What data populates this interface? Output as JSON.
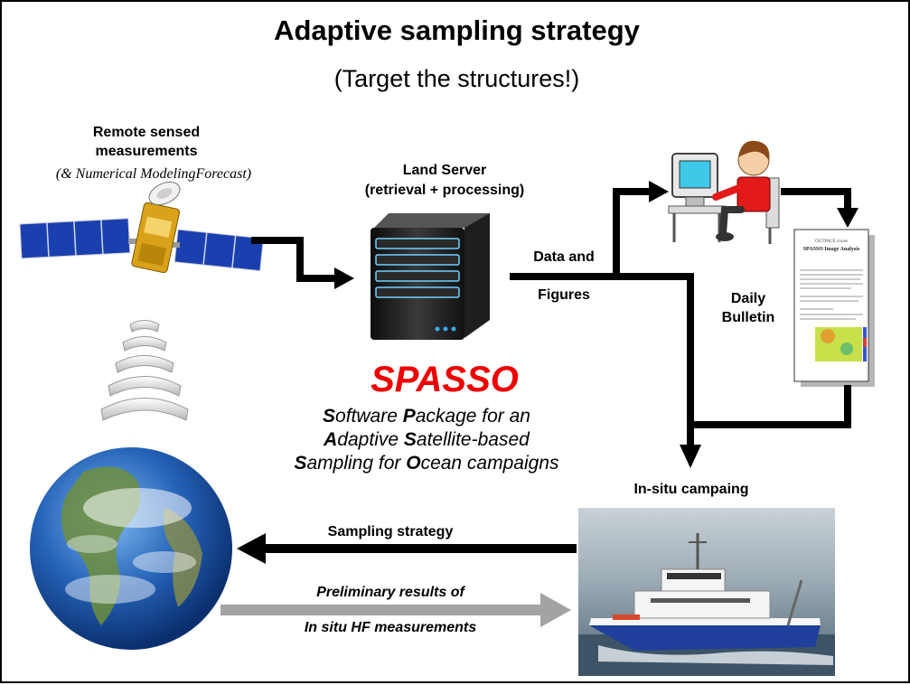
{
  "diagram": {
    "title": "Adaptive sampling strategy",
    "subtitle": "(Target the structures!)",
    "remote": {
      "line1": "Remote sensed",
      "line2": "measurements",
      "line3": "(& Numerical ModelingForecast)"
    },
    "land_server": {
      "line1": "Land Server",
      "line2": "(retrieval + processing)"
    },
    "data_figures": {
      "line1": "Data and",
      "line2": "Figures"
    },
    "bulletin": {
      "line1": "Daily",
      "line2": "Bulletin",
      "doc_header": "OUTPACE cruise",
      "doc_title": "SPASSO Image Analysis"
    },
    "spasso": {
      "name": "SPASSO",
      "exp1": [
        {
          "b": "S",
          "t": "oftware "
        },
        {
          "b": "P",
          "t": "ackage for an"
        }
      ],
      "exp2": [
        {
          "b": "A",
          "t": "daptive "
        },
        {
          "b": "S",
          "t": "atellite-based"
        }
      ],
      "exp3": [
        {
          "b": "S",
          "t": "ampling for "
        },
        {
          "b": "O",
          "t": "cean campaigns"
        }
      ]
    },
    "insitu_label": "In-situ campaing",
    "sampling_label": "Sampling strategy",
    "preliminary": {
      "line1": "Preliminary results of",
      "line2": "In situ HF measurements"
    },
    "colors": {
      "spasso_red": "#ee0000",
      "black_arrow": "#000000",
      "grey_arrow": "#a3a3a3",
      "ocean": "#1e5fb0",
      "ship_hull": "#1f3f9a"
    },
    "icons": [
      "satellite-icon",
      "signal-waves-icon",
      "server-icon",
      "person-computer-icon",
      "bulletin-document-icon",
      "earth-globe-icon",
      "research-ship-icon"
    ]
  }
}
